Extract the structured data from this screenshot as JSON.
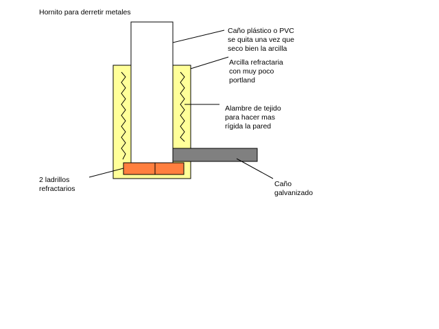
{
  "title": "Hornito para derretir metales",
  "labels": {
    "pvc": "Caño plástico o PVC\nse quita una vez que\nseco bien la arcilla",
    "clay": "Arcilla refractaria\ncon muy poco\nportland",
    "wire": "Alambre de tejido\npara hacer mas\nrígida la pared",
    "bricks": "2 ladrillos\nrefractarios",
    "pipe": "Caño\ngalvanizado"
  },
  "colors": {
    "clay": "#ffff99",
    "brick": "#ff7f3f",
    "pipe": "#808080"
  }
}
